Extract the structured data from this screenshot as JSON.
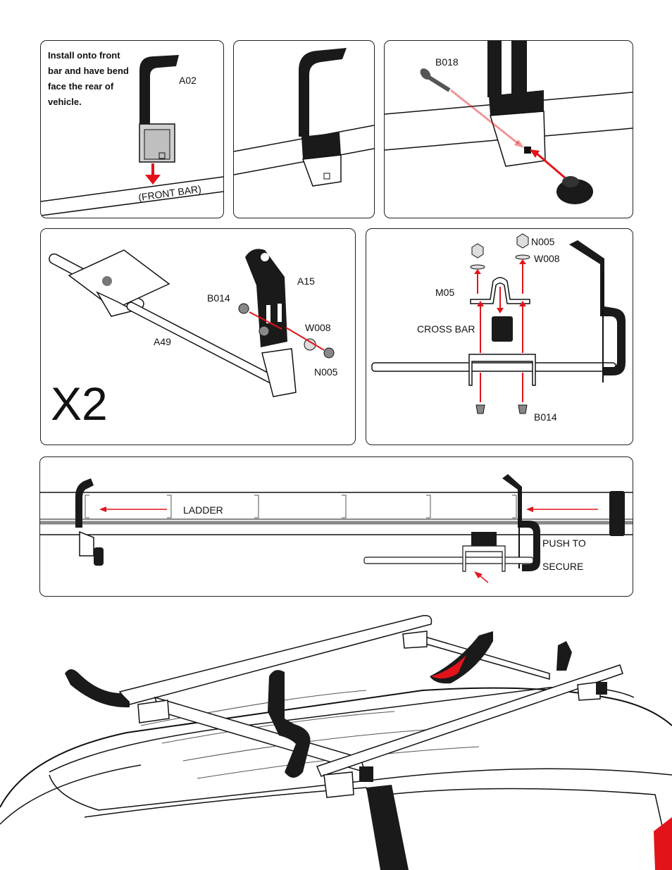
{
  "panel1": {
    "instruction": "Install onto front bar and have bend face the rear of vehicle.",
    "part": "A02",
    "front_bar": "(FRONT BAR)"
  },
  "panel3": {
    "bolt": "B018"
  },
  "panel4": {
    "bracket": "A15",
    "bolt": "B014",
    "washer": "W008",
    "nut": "N005",
    "rod": "A49",
    "multiplier": "X2"
  },
  "panel5": {
    "nut": "N005",
    "washer": "W008",
    "plate": "M05",
    "cross_bar": "CROSS BAR",
    "bolt": "B014"
  },
  "panel6": {
    "ladder": "LADDER",
    "push_line1": "PUSH TO",
    "push_line2": "SECURE"
  },
  "colors": {
    "arrow": "#e3131b",
    "hook": "#1a1a1a",
    "strap": "#e3131b"
  }
}
